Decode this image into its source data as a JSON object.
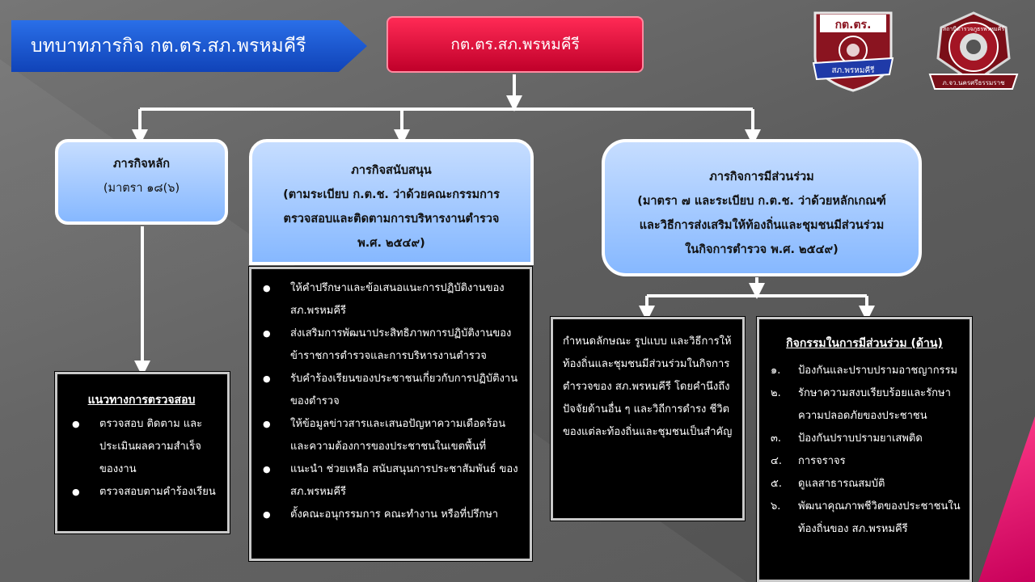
{
  "banner": {
    "title": "บทบาทภารกิจ  กต.ตร.สภ.พรหมคีรี"
  },
  "top": {
    "title": "กต.ตร.สภ.พรหมคีรี"
  },
  "logos": {
    "left": {
      "top_text": "กต.ตร.",
      "bottom_text": "สภ.พรหมคีรี"
    },
    "right": {
      "top_text": "สถานีตำรวจภูธรพรหมคีรี",
      "bottom_text": "ภ.จว.นครศรีธรรมราช"
    }
  },
  "main_mission": {
    "title": "ภารกิจหลัก",
    "subtitle": "(มาตรา ๑๘(๖)",
    "guidelines": {
      "title": "แนวทางการตรวจสอบ",
      "items": [
        "ตรวจสอบ ติดตาม และประเมินผลความสำเร็จของงาน",
        "ตรวจสอบตามคำร้องเรียน"
      ]
    }
  },
  "support_mission": {
    "title": "ภารกิจสนับสนุน",
    "lines": [
      "(ตามระเบียบ ก.ต.ช. ว่าด้วยคณะกรรมการ",
      "ตรวจสอบและติดตามการบริหารงานตำรวจ",
      "พ.ศ. ๒๕๔๙)"
    ],
    "items": [
      "ให้คำปรึกษาและข้อเสนอแนะการปฏิบัติงานของ สภ.พรหมคีรี",
      "ส่งเสริมการพัฒนาประสิทธิภาพการปฏิบัติงานของข้าราชการตำรวจและการบริหารงานตำรวจ",
      "รับคำร้องเรียนของประชาชนเกี่ยวกับการปฏิบัติงาน ของตำรวจ",
      "ให้ข้อมูลข่าวสารและเสนอปัญหาความเดือดร้อนและความต้องการของประชาชนในเขตพื้นที่",
      "แนะนำ ช่วยเหลือ สนับสนุนการประชาสัมพันธ์ ของ สภ.พรหมคีรี",
      "ตั้งคณะอนุกรรมการ คณะทำงาน หรือที่ปรึกษา"
    ]
  },
  "participation_mission": {
    "title": "ภารกิจการมีส่วนร่วม",
    "lines": [
      "(มาตรา ๗ และระเบียบ ก.ต.ช. ว่าด้วยหลักเกณฑ์",
      "และวิธีการส่งเสริมให้ท้องถิ่นและชุมชนมีส่วนร่วม",
      "ในกิจการตำรวจ พ.ศ. ๒๕๔๙)"
    ],
    "description": "กำหนดลักษณะ รูปแบบ และวิธีการให้ท้องถิ่นและชุมชนมีส่วนร่วมในกิจการตำรวจของ สภ.พรหมคีรี โดยคำนึงถึงปัจจัยด้านอื่น ๆ และวิถีการดำรง ชีวิตของแต่ละท้องถิ่นและชุมชนเป็นสำคัญ",
    "activities": {
      "title": "กิจกรรมในการมีส่วนร่วม",
      "title_suffix": " (ด้าน)",
      "items": [
        {
          "num": "๑.",
          "text": "ป้องกันและปราบปรามอาชญากรรม"
        },
        {
          "num": "๒.",
          "text": "รักษาความสงบเรียบร้อยและรักษาความปลอดภัยของประชาชน"
        },
        {
          "num": "๓.",
          "text": "ป้องกันปราบปรามยาเสพติด"
        },
        {
          "num": "๔.",
          "text": "การจราจร"
        },
        {
          "num": "๕.",
          "text": "ดูแลสาธารณสมบัติ"
        },
        {
          "num": "๖.",
          "text": "พัฒนาคุณภาพชีวิตของประชาชนในท้องถิ่นของ สภ.พรหมคีรี"
        }
      ]
    }
  }
}
